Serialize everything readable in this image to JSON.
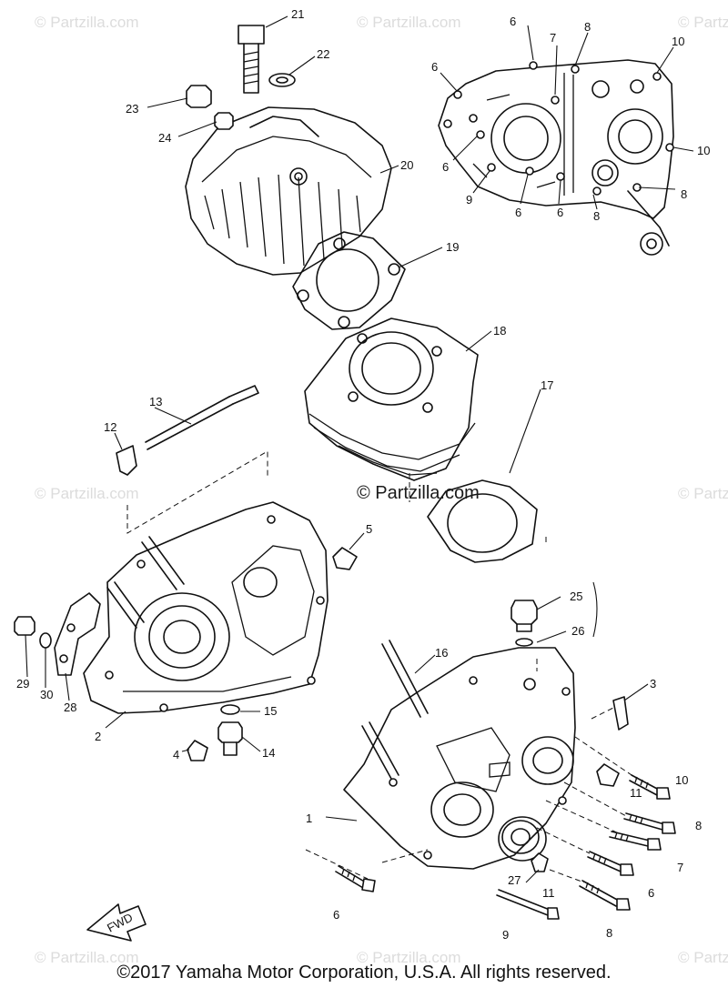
{
  "watermark": {
    "text": "© Partzilla.com",
    "center_text": "© Partzilla.com"
  },
  "copyright": "©2017 Yamaha Motor Corporation, U.S.A. All rights reserved.",
  "fwd_label": "FWD",
  "callouts": {
    "n1": "1",
    "n2": "2",
    "n3": "3",
    "n4": "4",
    "n5": "5",
    "n6a": "6",
    "n6b": "6",
    "n6c": "6",
    "n6d": "6",
    "n6e": "6",
    "n6f": "6",
    "n6g": "6",
    "n7a": "7",
    "n7b": "7",
    "n8a": "8",
    "n8b": "8",
    "n8c": "8",
    "n8d": "8",
    "n8e": "8",
    "n9a": "9",
    "n9b": "9",
    "n10a": "10",
    "n10b": "10",
    "n10c": "10",
    "n11a": "11",
    "n11b": "11",
    "n12": "12",
    "n13": "13",
    "n14": "14",
    "n15": "15",
    "n16": "16",
    "n17": "17",
    "n18": "18",
    "n19": "19",
    "n20": "20",
    "n21": "21",
    "n22": "22",
    "n23": "23",
    "n24": "24",
    "n25": "25",
    "n26": "26",
    "n27": "27",
    "n28": "28",
    "n29": "29",
    "n30": "30"
  }
}
